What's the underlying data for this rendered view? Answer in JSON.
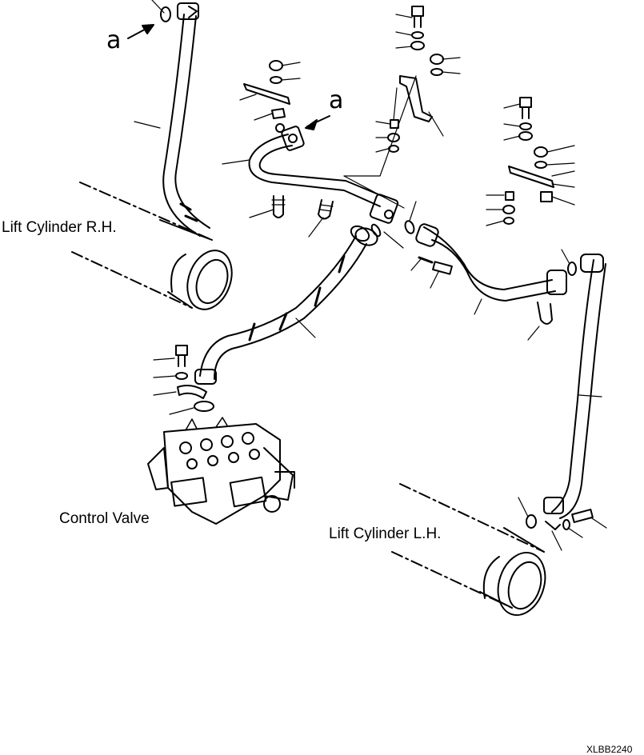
{
  "labels": {
    "lift_cylinder_rh": "Lift Cylinder R.H.",
    "control_valve": "Control Valve",
    "lift_cylinder_lh": "Lift Cylinder L.H.",
    "detail_marker_1": "a",
    "detail_marker_2": "a",
    "drawing_code": "XLBB2240"
  },
  "colors": {
    "line": "#000000",
    "background": "#ffffff"
  }
}
